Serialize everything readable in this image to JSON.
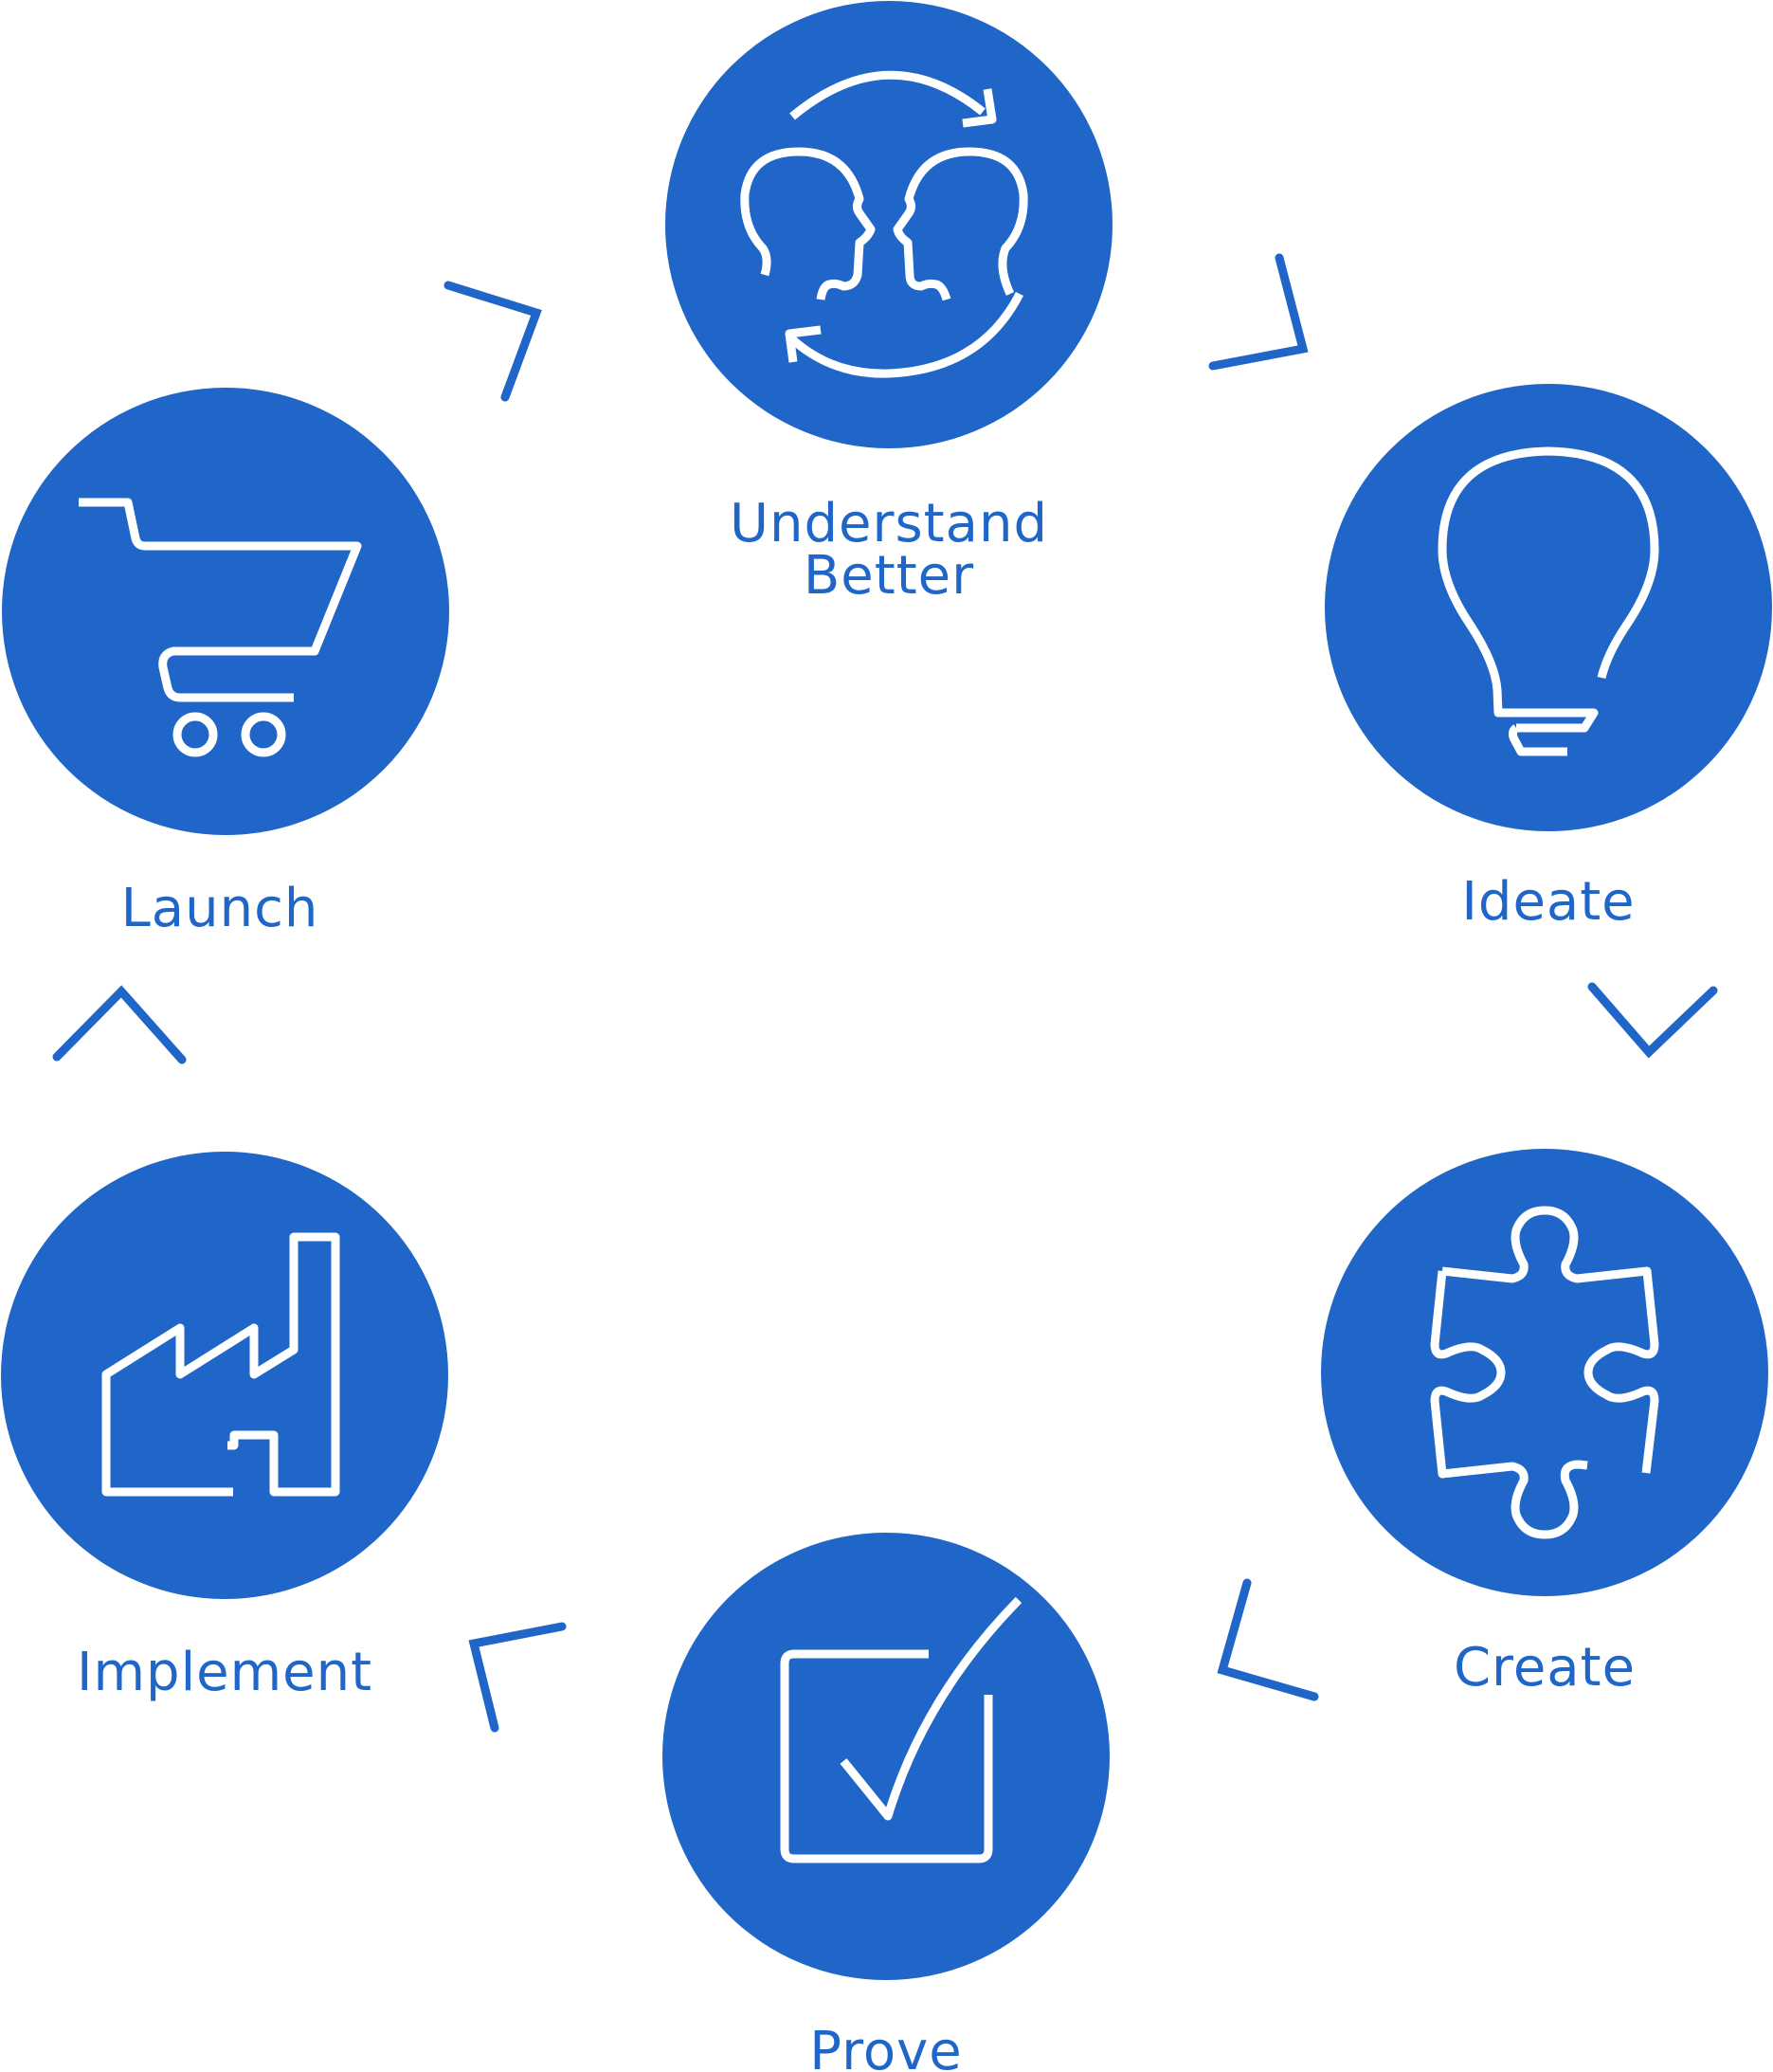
{
  "colors": {
    "primary": "#2066c8",
    "icon": "#ffffff",
    "background": "#ffffff"
  },
  "stages": [
    {
      "id": "understand",
      "label_lines": [
        "Understand",
        "Better"
      ],
      "icon": "two-heads-exchange-icon"
    },
    {
      "id": "ideate",
      "label_lines": [
        "Ideate"
      ],
      "icon": "lightbulb-icon"
    },
    {
      "id": "create",
      "label_lines": [
        "Create"
      ],
      "icon": "puzzle-piece-icon"
    },
    {
      "id": "prove",
      "label_lines": [
        "Prove"
      ],
      "icon": "checkbox-checkmark-icon"
    },
    {
      "id": "implement",
      "label_lines": [
        "Implement"
      ],
      "icon": "factory-icon"
    },
    {
      "id": "launch",
      "label_lines": [
        "Launch"
      ],
      "icon": "shopping-cart-icon"
    }
  ],
  "connectors": [
    {
      "from": "understand",
      "to": "ideate",
      "icon": "chevron-icon"
    },
    {
      "from": "ideate",
      "to": "create",
      "icon": "chevron-icon"
    },
    {
      "from": "create",
      "to": "prove",
      "icon": "chevron-icon"
    },
    {
      "from": "prove",
      "to": "implement",
      "icon": "chevron-icon"
    },
    {
      "from": "implement",
      "to": "launch",
      "icon": "chevron-icon"
    },
    {
      "from": "launch",
      "to": "understand",
      "icon": "chevron-icon"
    }
  ]
}
